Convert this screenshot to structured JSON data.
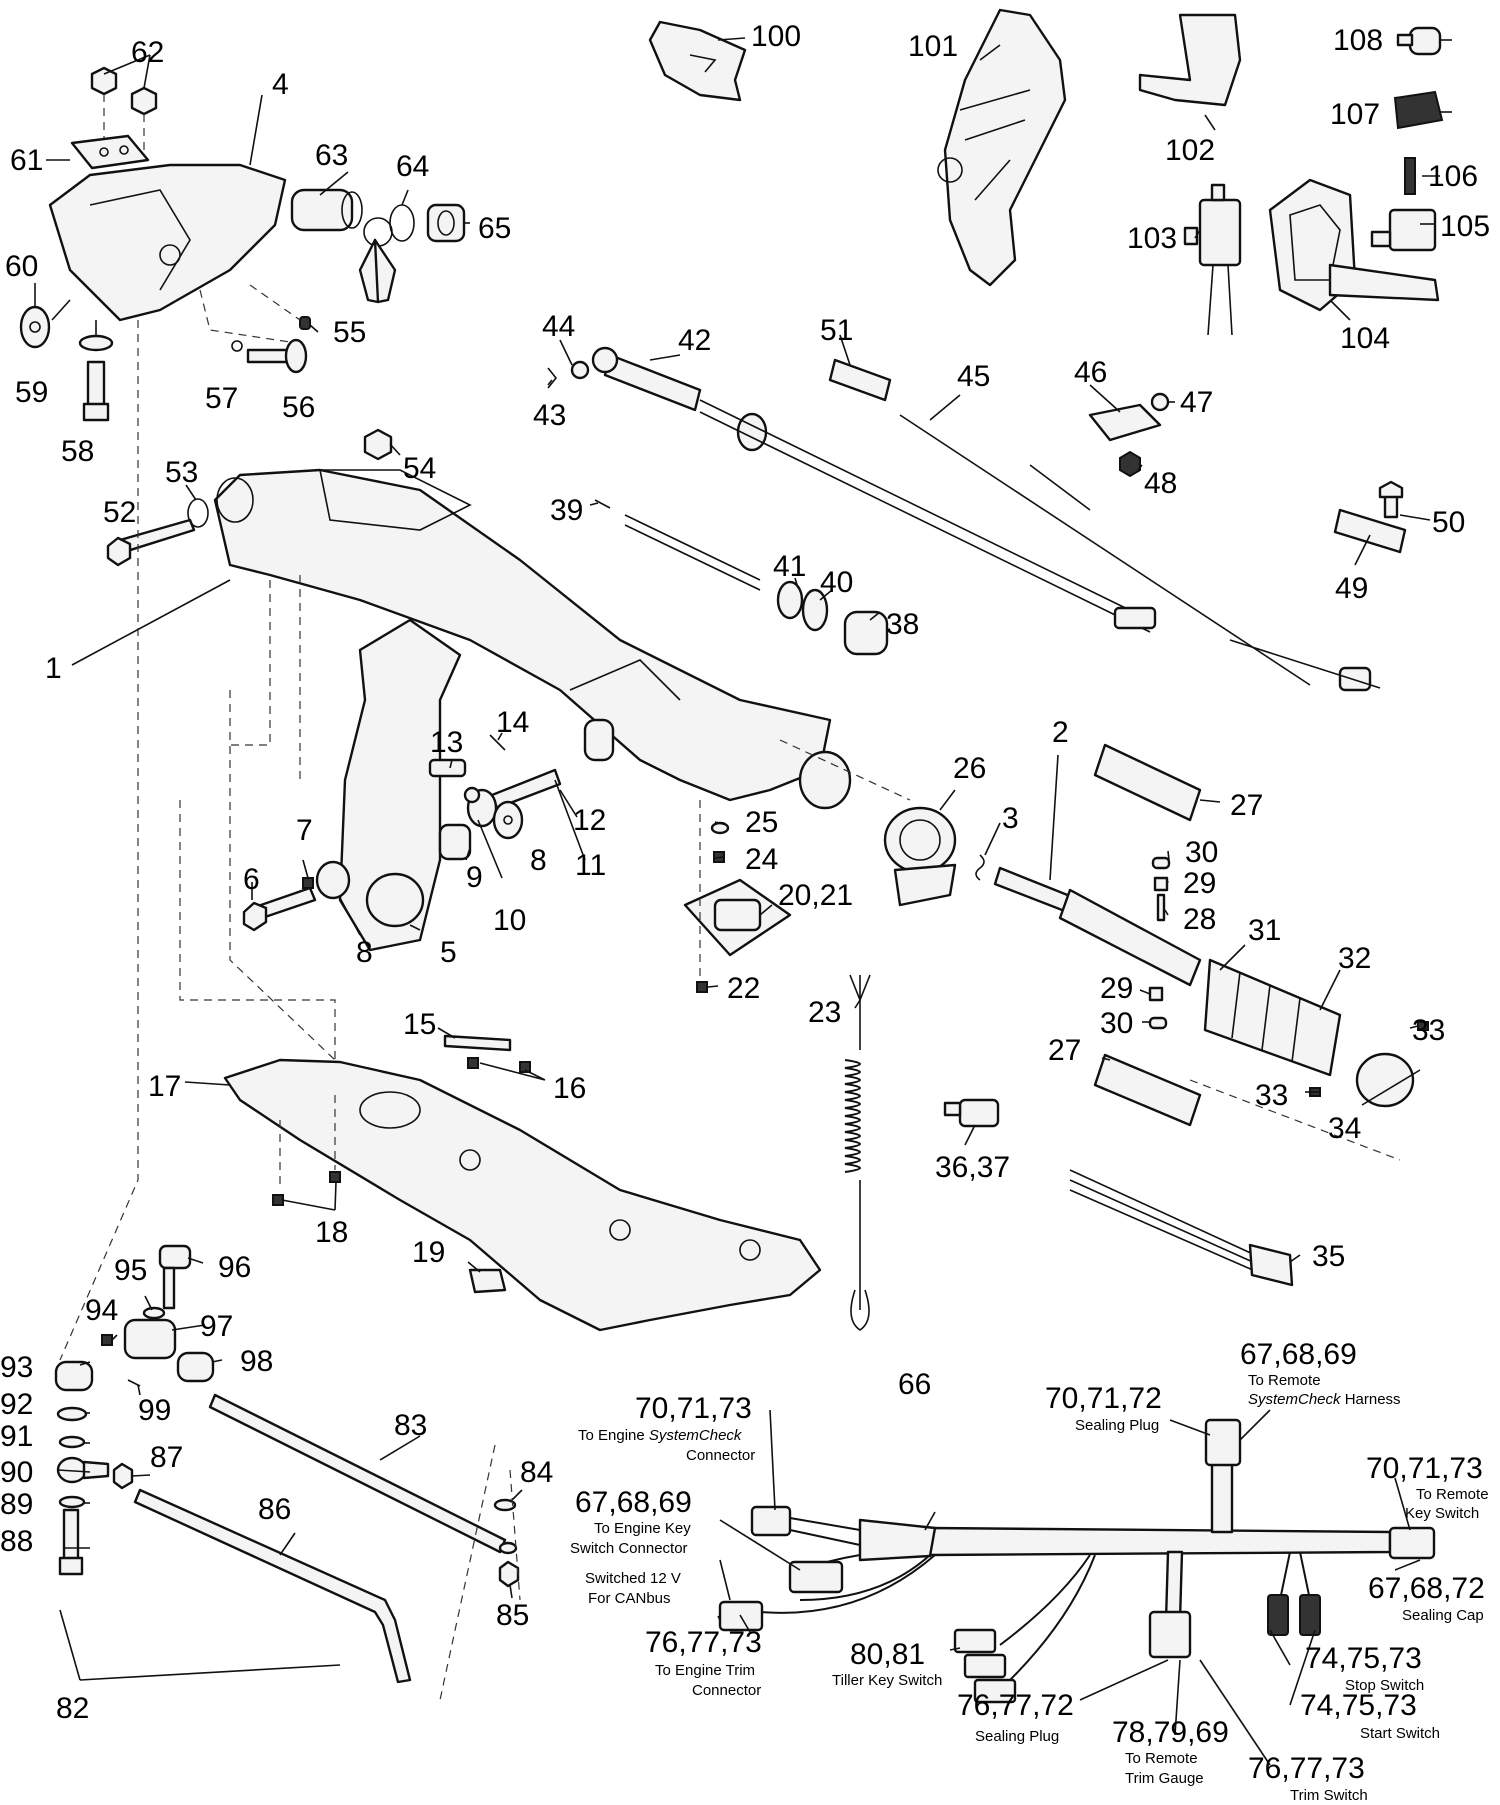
{
  "labels": {
    "l100": "100",
    "l101": "101",
    "l102": "102",
    "l103": "103",
    "l104": "104",
    "l105": "105",
    "l106": "106",
    "l107": "107",
    "l108": "108",
    "l62": "62",
    "l4": "4",
    "l61": "61",
    "l63": "63",
    "l64": "64",
    "l65": "65",
    "l60": "60",
    "l55": "55",
    "l59": "59",
    "l57": "57",
    "l56": "56",
    "l58": "58",
    "l44": "44",
    "l42": "42",
    "l43": "43",
    "l51": "51",
    "l45": "45",
    "l46": "46",
    "l47": "47",
    "l48": "48",
    "l54": "54",
    "l53": "53",
    "l52": "52",
    "l39": "39",
    "l50": "50",
    "l41": "41",
    "l40": "40",
    "l38": "38",
    "l49": "49",
    "l1": "1",
    "l14": "14",
    "l13": "13",
    "l2": "2",
    "l26": "26",
    "l12": "12",
    "l7": "7",
    "l11": "11",
    "l27a": "27",
    "l3": "3",
    "l25": "25",
    "l24": "24",
    "l30a": "30",
    "l8a": "8",
    "l6": "6",
    "l9": "9",
    "l10": "10",
    "l29a": "29",
    "l2021": "20,21",
    "l28": "28",
    "l8b": "8",
    "l5": "5",
    "l31": "31",
    "l32": "32",
    "l22": "22",
    "l23": "23",
    "l29b": "29",
    "l30b": "30",
    "l15": "15",
    "l33a": "33",
    "l27b": "27",
    "l17": "17",
    "l16": "16",
    "l33b": "33",
    "l34": "34",
    "l3637": "36,37",
    "l18": "18",
    "l19": "19",
    "l35": "35",
    "l95": "95",
    "l96": "96",
    "l94": "94",
    "l97": "97",
    "l93": "93",
    "l98": "98",
    "l92": "92",
    "l99": "99",
    "l91": "91",
    "l83": "83",
    "l90": "90",
    "l87": "87",
    "l84": "84",
    "l89": "89",
    "l86": "86",
    "l88": "88",
    "l85": "85",
    "l82": "82",
    "l66": "66",
    "l676869a": "67,68,69",
    "l707172a": "70,71,72",
    "l707173a": "70,71,73",
    "l676869b": "67,68,69",
    "l707173b": "70,71,73",
    "l767773a": "76,77,73",
    "l676872": "67,68,72",
    "l8081": "80,81",
    "l747573a": "74,75,73",
    "l747573b": "74,75,73",
    "l767772": "76,77,72",
    "l787969": "78,79,69",
    "l767773b": "76,77,73"
  },
  "captions": {
    "remote_systemcheck_1": "To Remote",
    "remote_systemcheck_2a": "SystemCheck",
    "remote_systemcheck_2b": " Harness",
    "sealing_plug_top": "Sealing Plug",
    "engine_systemcheck_1": "To Engine ",
    "engine_systemcheck_1b": "SystemCheck",
    "engine_systemcheck_2": "Connector",
    "remote_key_1": "To Remote",
    "remote_key_2": "Key Switch",
    "engine_key_1": "To Engine Key",
    "engine_key_2": "Switch Connector",
    "switched_1": "Switched 12 V",
    "switched_2": "For CANbus",
    "sealing_cap": "Sealing Cap",
    "engine_trim_1": "To Engine Trim",
    "engine_trim_2": "Connector",
    "tiller_key": "Tiller Key Switch",
    "stop_switch": "Stop Switch",
    "start_switch": "Start Switch",
    "sealing_plug_bottom": "Sealing Plug",
    "remote_trim_1": "To Remote",
    "remote_trim_2": "Trim Gauge",
    "trim_switch": "Trim Switch"
  }
}
